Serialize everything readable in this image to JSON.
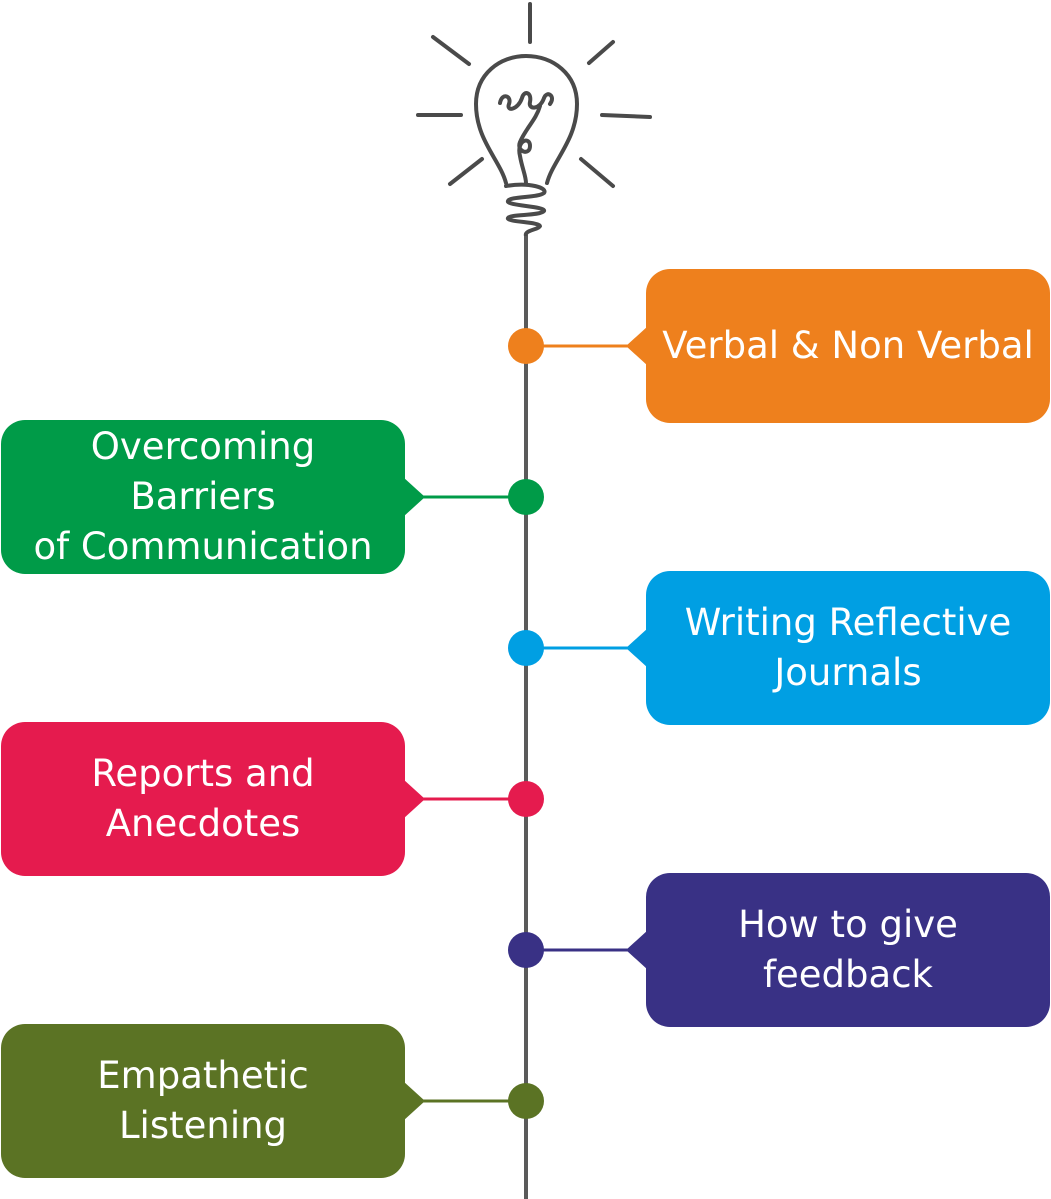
{
  "items": [
    {
      "label": "Verbal & Non Verbal",
      "side": "right",
      "color": "#ee801d"
    },
    {
      "label": "Overcoming Barriers\nof Communication",
      "side": "left",
      "color": "#009b48"
    },
    {
      "label": "Writing Reflective\nJournals",
      "side": "right",
      "color": "#009fe3"
    },
    {
      "label": "Reports and\nAnecdotes",
      "side": "left",
      "color": "#e51b4e"
    },
    {
      "label": "How to give\nfeedback",
      "side": "right",
      "color": "#393185"
    },
    {
      "label": "Empathetic Listening",
      "side": "left",
      "color": "#5b7324"
    }
  ],
  "colors": {
    "line": "#5a5a5a",
    "icon_stroke": "#4a4a4a"
  },
  "icon": "lightbulb-icon"
}
